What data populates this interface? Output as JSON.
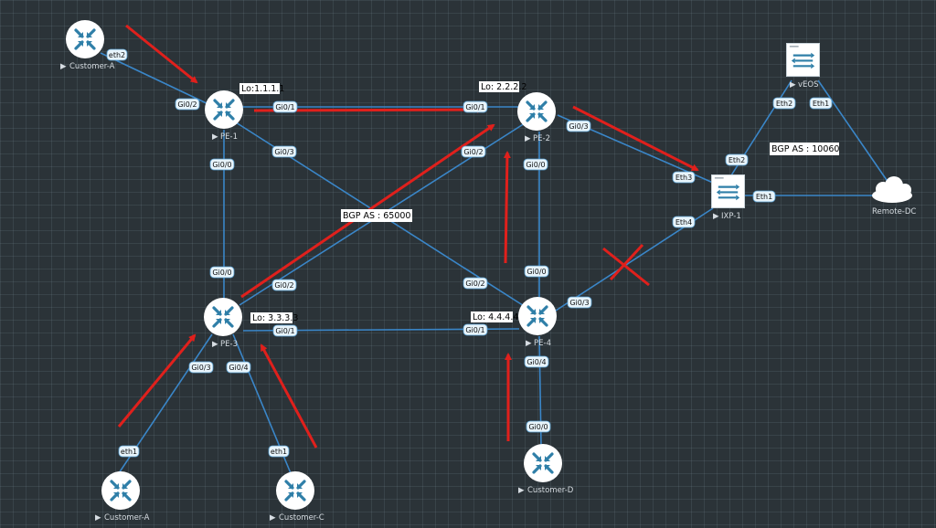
{
  "nodes": {
    "customer_a_top": {
      "label": "Customer-A"
    },
    "pe1": {
      "label": "PE-1"
    },
    "pe2": {
      "label": "PE-2"
    },
    "pe3": {
      "label": "PE-3"
    },
    "pe4": {
      "label": "PE-4"
    },
    "customer_a_bottom": {
      "label": "Customer-A"
    },
    "customer_c": {
      "label": "Customer-C"
    },
    "customer_d": {
      "label": "Customer-D"
    },
    "veos": {
      "label": "vEOS"
    },
    "ixp1": {
      "label": "IXP-1"
    },
    "remote_dc": {
      "label": "Remote-DC"
    }
  },
  "notes": {
    "lo_pe1": "Lo:1.1.1.1",
    "lo_pe2": "Lo: 2.2.2.2",
    "lo_pe3": "Lo: 3.3.3.3",
    "lo_pe4": "Lo: 4.4.4.4",
    "bgp_65000": "BGP AS : 65000",
    "bgp_10060": "BGP AS : 10060"
  },
  "interfaces": {
    "custA_top_eth2": "eth2",
    "pe1_gi02": "Gi0/2",
    "pe1_gi01": "Gi0/1",
    "pe1_gi03": "Gi0/3",
    "pe1_gi00": "Gi0/0",
    "pe2_gi01": "Gi0/1",
    "pe2_gi03": "Gi0/3",
    "pe2_gi02": "Gi0/2",
    "pe2_gi00": "Gi0/0",
    "pe3_gi00": "Gi0/0",
    "pe3_gi02": "Gi0/2",
    "pe3_gi01": "Gi0/1",
    "pe3_gi03": "Gi0/3",
    "pe3_gi04": "Gi0/4",
    "pe4_gi00": "Gi0/0",
    "pe4_gi02": "Gi0/2",
    "pe4_gi01": "Gi0/1",
    "pe4_gi03": "Gi0/3",
    "pe4_gi04": "Gi0/4",
    "custA_bot_eth1": "eth1",
    "custC_eth1": "eth1",
    "custD_gi00": "Gi0/0",
    "veos_eth2": "Eth2",
    "veos_eth1": "Eth1",
    "ixp_eth2": "Eth2",
    "ixp_eth3": "Eth3",
    "ixp_eth4": "Eth4",
    "ixp_eth1": "Eth1"
  },
  "colors": {
    "background": "#2b3338",
    "link": "#3a86c8",
    "arrow": "#e0201c",
    "icon": "#2f7fa8"
  }
}
